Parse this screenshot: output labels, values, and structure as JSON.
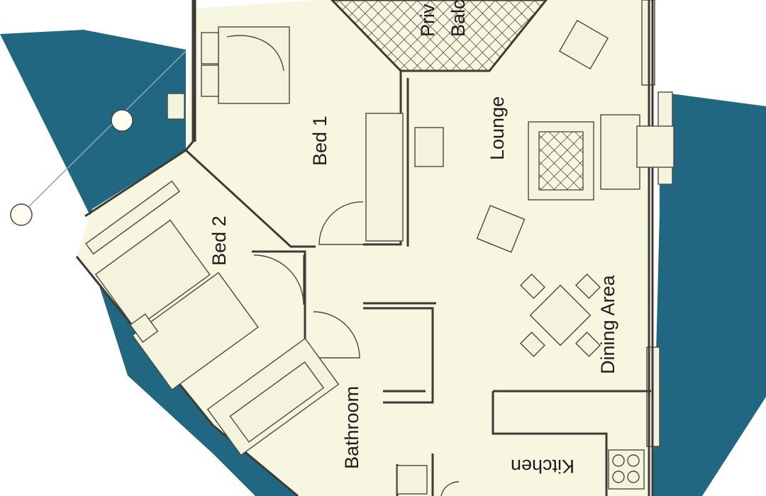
{
  "colors": {
    "accent": "#216782",
    "floor": "#f7f6e0",
    "wall": "#3c3b35"
  },
  "rooms": {
    "bed1": "Bed 1",
    "bed2": "Bed 2",
    "lounge": "Lounge",
    "dining": "Dining Area",
    "bathroom": "Bathroom",
    "kitchen": "Kitchen",
    "balcony_line1": "Priv",
    "balcony_line2": "Balc"
  }
}
